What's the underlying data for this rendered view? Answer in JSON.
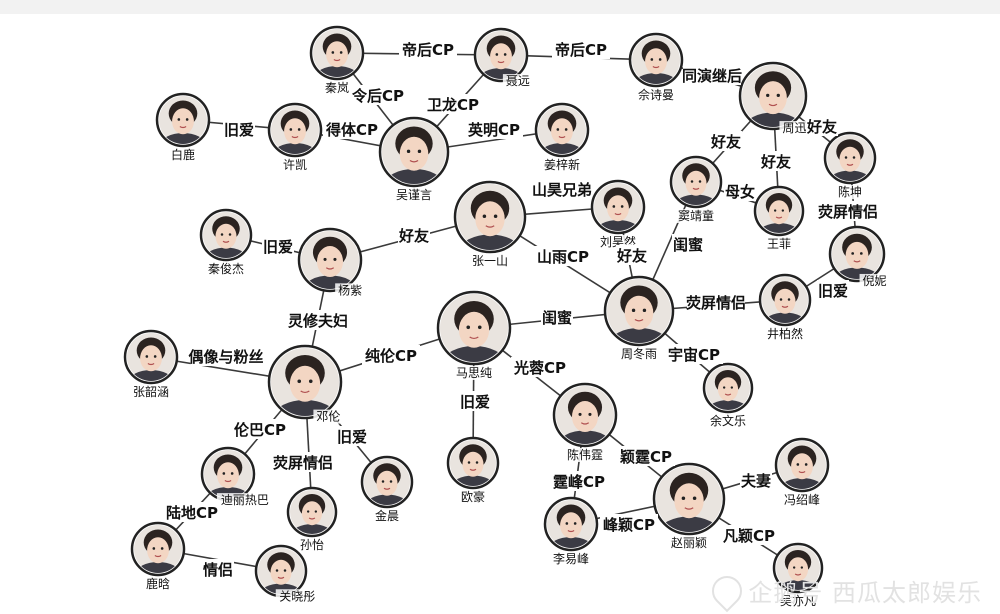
{
  "nodes": [
    {
      "id": "qinlan",
      "name": "秦岚"
    },
    {
      "id": "nieyuan",
      "name": "聂远"
    },
    {
      "id": "sheshiman",
      "name": "佘诗曼"
    },
    {
      "id": "zhouxun",
      "name": "周迅"
    },
    {
      "id": "bailu",
      "name": "白鹿"
    },
    {
      "id": "xukai",
      "name": "许凯"
    },
    {
      "id": "wujinyan",
      "name": "吴谨言"
    },
    {
      "id": "jiangzixin",
      "name": "姜梓新"
    },
    {
      "id": "chenkun",
      "name": "陈坤"
    },
    {
      "id": "doujingtong",
      "name": "窦靖童"
    },
    {
      "id": "wangfei",
      "name": "王菲"
    },
    {
      "id": "zhangyishan",
      "name": "张一山"
    },
    {
      "id": "liuhaoran",
      "name": "刘昊然"
    },
    {
      "id": "qinjunjie",
      "name": "秦俊杰"
    },
    {
      "id": "yangzi",
      "name": "杨紫"
    },
    {
      "id": "nini",
      "name": "倪妮"
    },
    {
      "id": "jingboran",
      "name": "井柏然"
    },
    {
      "id": "zhoudongyu",
      "name": "周冬雨"
    },
    {
      "id": "masichun",
      "name": "马思纯"
    },
    {
      "id": "zhangshaohan",
      "name": "张韶涵"
    },
    {
      "id": "denglun",
      "name": "邓伦"
    },
    {
      "id": "yuwenle",
      "name": "余文乐"
    },
    {
      "id": "chenweiting",
      "name": "陈伟霆"
    },
    {
      "id": "ouhao",
      "name": "欧豪"
    },
    {
      "id": "jinchen",
      "name": "金晨"
    },
    {
      "id": "dilireba",
      "name": "迪丽热巴"
    },
    {
      "id": "sunyi",
      "name": "孙怡"
    },
    {
      "id": "fengshaofeng",
      "name": "冯绍峰"
    },
    {
      "id": "zhaoliying",
      "name": "赵丽颖"
    },
    {
      "id": "liyifeng",
      "name": "李易峰"
    },
    {
      "id": "luhan",
      "name": "鹿晗"
    },
    {
      "id": "guanxiaotong",
      "name": "关晓彤"
    },
    {
      "id": "wuyifan",
      "name": "吴亦凡"
    }
  ],
  "edges": [
    {
      "from": "qinlan",
      "to": "nieyuan",
      "label": "帝后CP"
    },
    {
      "from": "nieyuan",
      "to": "sheshiman",
      "label": "帝后CP"
    },
    {
      "from": "qinlan",
      "to": "wujinyan",
      "label": "令后CP"
    },
    {
      "from": "nieyuan",
      "to": "wujinyan",
      "label": "卫龙CP"
    },
    {
      "from": "sheshiman",
      "to": "zhouxun",
      "label": "同演继后"
    },
    {
      "from": "bailu",
      "to": "xukai",
      "label": "旧爱"
    },
    {
      "from": "xukai",
      "to": "wujinyan",
      "label": "得体CP"
    },
    {
      "from": "wujinyan",
      "to": "jiangzixin",
      "label": "英明CP"
    },
    {
      "from": "zhouxun",
      "to": "doujingtong",
      "label": "好友"
    },
    {
      "from": "zhouxun",
      "to": "wangfei",
      "label": "好友"
    },
    {
      "from": "zhouxun",
      "to": "chenkun",
      "label": "好友"
    },
    {
      "from": "doujingtong",
      "to": "wangfei",
      "label": "母女"
    },
    {
      "from": "chenkun",
      "to": "nini",
      "label": "荧屏情侣"
    },
    {
      "from": "zhangyishan",
      "to": "liuhaoran",
      "label": "山昊兄弟"
    },
    {
      "from": "doujingtong",
      "to": "zhoudongyu",
      "label": "闺蜜"
    },
    {
      "from": "liuhaoran",
      "to": "zhoudongyu",
      "label": "好友"
    },
    {
      "from": "zhangyishan",
      "to": "zhoudongyu",
      "label": "山雨CP"
    },
    {
      "from": "qinjunjie",
      "to": "yangzi",
      "label": "旧爱"
    },
    {
      "from": "yangzi",
      "to": "zhangyishan",
      "label": "好友"
    },
    {
      "from": "nini",
      "to": "jingboran",
      "label": "旧爱"
    },
    {
      "from": "jingboran",
      "to": "zhoudongyu",
      "label": "荧屏情侣"
    },
    {
      "from": "yangzi",
      "to": "denglun",
      "label": "灵修夫妇"
    },
    {
      "from": "masichun",
      "to": "zhoudongyu",
      "label": "闺蜜"
    },
    {
      "from": "zhoudongyu",
      "to": "yuwenle",
      "label": "宇宙CP"
    },
    {
      "from": "zhangshaohan",
      "to": "denglun",
      "label": "偶像与粉丝"
    },
    {
      "from": "denglun",
      "to": "masichun",
      "label": "纯伦CP"
    },
    {
      "from": "masichun",
      "to": "chenweiting",
      "label": "光蓉CP"
    },
    {
      "from": "masichun",
      "to": "ouhao",
      "label": "旧爱"
    },
    {
      "from": "denglun",
      "to": "jinchen",
      "label": "旧爱"
    },
    {
      "from": "denglun",
      "to": "dilireba",
      "label": "伦巴CP"
    },
    {
      "from": "denglun",
      "to": "sunyi",
      "label": "荧屏情侣"
    },
    {
      "from": "chenweiting",
      "to": "zhaoliying",
      "label": "颖霆CP"
    },
    {
      "from": "chenweiting",
      "to": "liyifeng",
      "label": "霆峰CP"
    },
    {
      "from": "liyifeng",
      "to": "zhaoliying",
      "label": "峰颖CP"
    },
    {
      "from": "zhaoliying",
      "to": "fengshaofeng",
      "label": "夫妻"
    },
    {
      "from": "zhaoliying",
      "to": "wuyifan",
      "label": "凡颖CP"
    },
    {
      "from": "dilireba",
      "to": "luhan",
      "label": "陆地CP"
    },
    {
      "from": "luhan",
      "to": "guanxiaotong",
      "label": "情侣"
    }
  ],
  "watermark": {
    "text": "企鹅号 西瓜太郎娱乐",
    "icon": "penguin-icon"
  },
  "colors": {
    "line": "#3a3a3a",
    "ring": "#222222",
    "text": "#111111",
    "watermark": "#e2e2e2"
  }
}
